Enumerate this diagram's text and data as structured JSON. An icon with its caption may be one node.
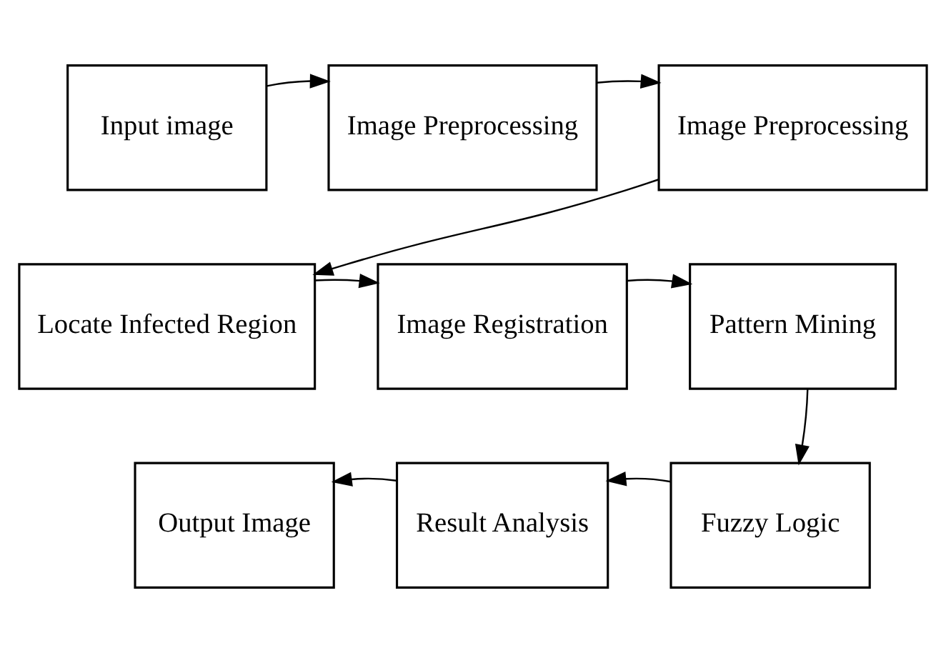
{
  "diagram": {
    "nodes": [
      {
        "text": [
          "Input image"
        ]
      },
      {
        "text": [
          "Image Preprocessing"
        ]
      },
      {
        "text": [
          "Image Preprocessing"
        ]
      },
      {
        "text": [
          "Locate Infected Region"
        ]
      },
      {
        "text": [
          "Image Registration"
        ]
      },
      {
        "text": [
          "Pattern Mining"
        ]
      },
      {
        "text": [
          "Fuzzy Logic"
        ]
      },
      {
        "text": [
          "Result Analysis"
        ]
      },
      {
        "text": [
          "Output Image"
        ]
      }
    ],
    "edges": [
      {
        "from": 0,
        "to": 1,
        "arrow": "to"
      },
      {
        "from": 1,
        "to": 2,
        "arrow": "to"
      },
      {
        "from": 2,
        "to": 3,
        "arrow": "to"
      },
      {
        "from": 3,
        "to": 4,
        "arrow": "to"
      },
      {
        "from": 4,
        "to": 5,
        "arrow": "to"
      },
      {
        "from": 5,
        "to": 6,
        "arrow": "to"
      },
      {
        "from": 6,
        "to": 7,
        "arrow": "to"
      },
      {
        "from": 7,
        "to": 8,
        "arrow": "to"
      }
    ]
  }
}
